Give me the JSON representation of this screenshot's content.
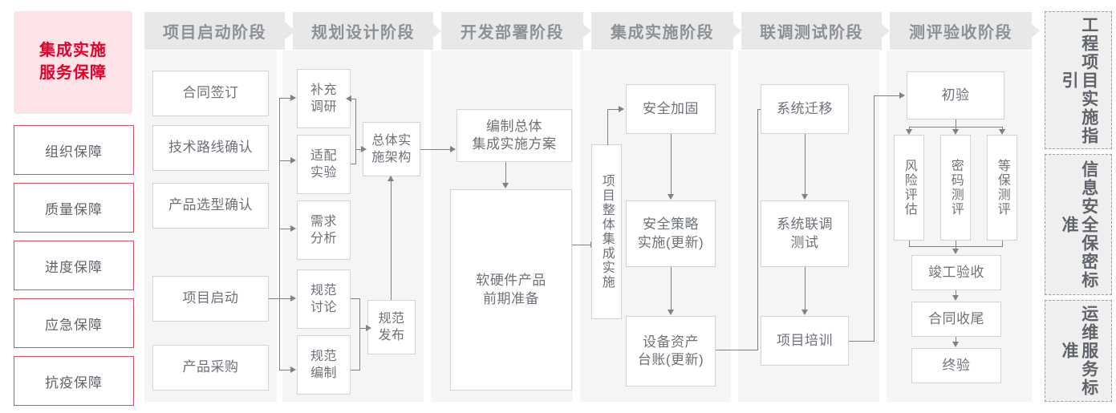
{
  "left_panel": {
    "brand": {
      "line1": "集成实施",
      "line2": "服务保障"
    },
    "guarantees": [
      {
        "label": "组织保障"
      },
      {
        "label": "质量保障"
      },
      {
        "label": "进度保障"
      },
      {
        "label": "应急保障"
      },
      {
        "label": "抗疫保障"
      }
    ]
  },
  "phases": [
    {
      "title": "项目启动阶段",
      "nodes": [
        {
          "label": "合同签订"
        },
        {
          "label": "技术路线确认"
        },
        {
          "label": "产品选型确认"
        },
        {
          "label": "项目启动"
        },
        {
          "label": "产品采购"
        }
      ]
    },
    {
      "title": "规划设计阶段",
      "nodes": [
        {
          "label": "补充\n调研"
        },
        {
          "label": "适配\n实验"
        },
        {
          "label": "需求\n分析"
        },
        {
          "label": "规范\n讨论"
        },
        {
          "label": "规范\n编制"
        },
        {
          "label": "总体实\n施架构"
        },
        {
          "label": "规范\n发布"
        }
      ]
    },
    {
      "title": "开发部署阶段",
      "nodes": [
        {
          "label": "编制总体\n集成实施方案"
        },
        {
          "label": "软硬件产品\n前期准备"
        }
      ]
    },
    {
      "title": "集成实施阶段",
      "nodes": [
        {
          "label": "项目整体集成实施"
        },
        {
          "label": "安全加固"
        },
        {
          "label": "安全策略\n实施(更新)"
        },
        {
          "label": "设备资产\n台账(更新)"
        }
      ]
    },
    {
      "title": "联调测试阶段",
      "nodes": [
        {
          "label": "系统迁移"
        },
        {
          "label": "系统联调\n测试"
        },
        {
          "label": "项目培训"
        }
      ]
    },
    {
      "title": "测评验收阶段",
      "nodes": [
        {
          "label": "初验"
        },
        {
          "label": "风险评估"
        },
        {
          "label": "密码测评"
        },
        {
          "label": "等保测评"
        },
        {
          "label": "竣工验收"
        },
        {
          "label": "合同收尾"
        },
        {
          "label": "终验"
        }
      ]
    }
  ],
  "standards": [
    {
      "label": "工程项目实施指引"
    },
    {
      "label": "信息安全保密标准"
    },
    {
      "label": "运维服务标准"
    }
  ],
  "colors": {
    "brand_red": "#e4002b",
    "brand_pink_bg": "#fbe3e8",
    "guarantee_border": "#e04a63",
    "header_band": "#e8e8e8",
    "column_bg": "#f5f5f5",
    "node_border": "#d2d4d6",
    "connector": "#7d8287",
    "text": "#6d7278"
  }
}
